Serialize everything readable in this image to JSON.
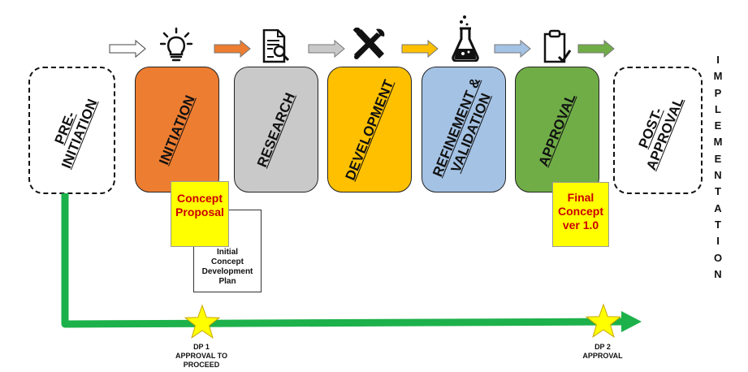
{
  "stages": [
    {
      "label_lines": [
        "PRE-",
        "INITIATION"
      ],
      "color": "#ffffff",
      "style": "dashed"
    },
    {
      "label_lines": [
        "INITIATION"
      ],
      "color": "#ed7d31",
      "style": "solid"
    },
    {
      "label_lines": [
        "RESEARCH"
      ],
      "color": "#c9c9c9",
      "style": "solid"
    },
    {
      "label_lines": [
        "DEVELOPMENT"
      ],
      "color": "#ffc000",
      "style": "solid"
    },
    {
      "label_lines": [
        "REFINEMENT &",
        "VALIDATION"
      ],
      "color": "#a4c2e4",
      "style": "solid"
    },
    {
      "label_lines": [
        "APPROVAL"
      ],
      "color": "#70ad47",
      "style": "solid"
    },
    {
      "label_lines": [
        "POST-",
        "APPROVAL"
      ],
      "color": "#ffffff",
      "style": "dashed"
    }
  ],
  "side_label_letters": [
    "I",
    "M",
    "P",
    "L",
    "E",
    "M",
    "E",
    "N",
    "T",
    "A",
    "T",
    "I",
    "O",
    "N"
  ],
  "notes": {
    "concept_proposal": [
      "Concept",
      "Proposal"
    ],
    "initial_plan": [
      "Initial",
      "Concept",
      "Development",
      "Plan"
    ],
    "final_concept": [
      "Final",
      "Concept",
      "ver 1.0"
    ]
  },
  "decision_points": [
    {
      "lines": [
        "DP 1",
        "APPROVAL TO",
        "PROCEED"
      ]
    },
    {
      "lines": [
        "DP 2",
        "APPROVAL"
      ]
    }
  ],
  "arrows": [
    {
      "color": "#ffffff"
    },
    {
      "color": "#ed7d31"
    },
    {
      "color": "#c9c9c9"
    },
    {
      "color": "#ffc000"
    },
    {
      "color": "#a4c2e4"
    },
    {
      "color": "#70ad47"
    }
  ],
  "icons": [
    "lightbulb-icon",
    "document-search-icon",
    "tools-icon",
    "flask-icon",
    "clipboard-check-icon"
  ],
  "colors": {
    "timeline": "#1db14b",
    "star": "#ffff00",
    "note": "#ffff00",
    "note_text": "#cc0000"
  }
}
